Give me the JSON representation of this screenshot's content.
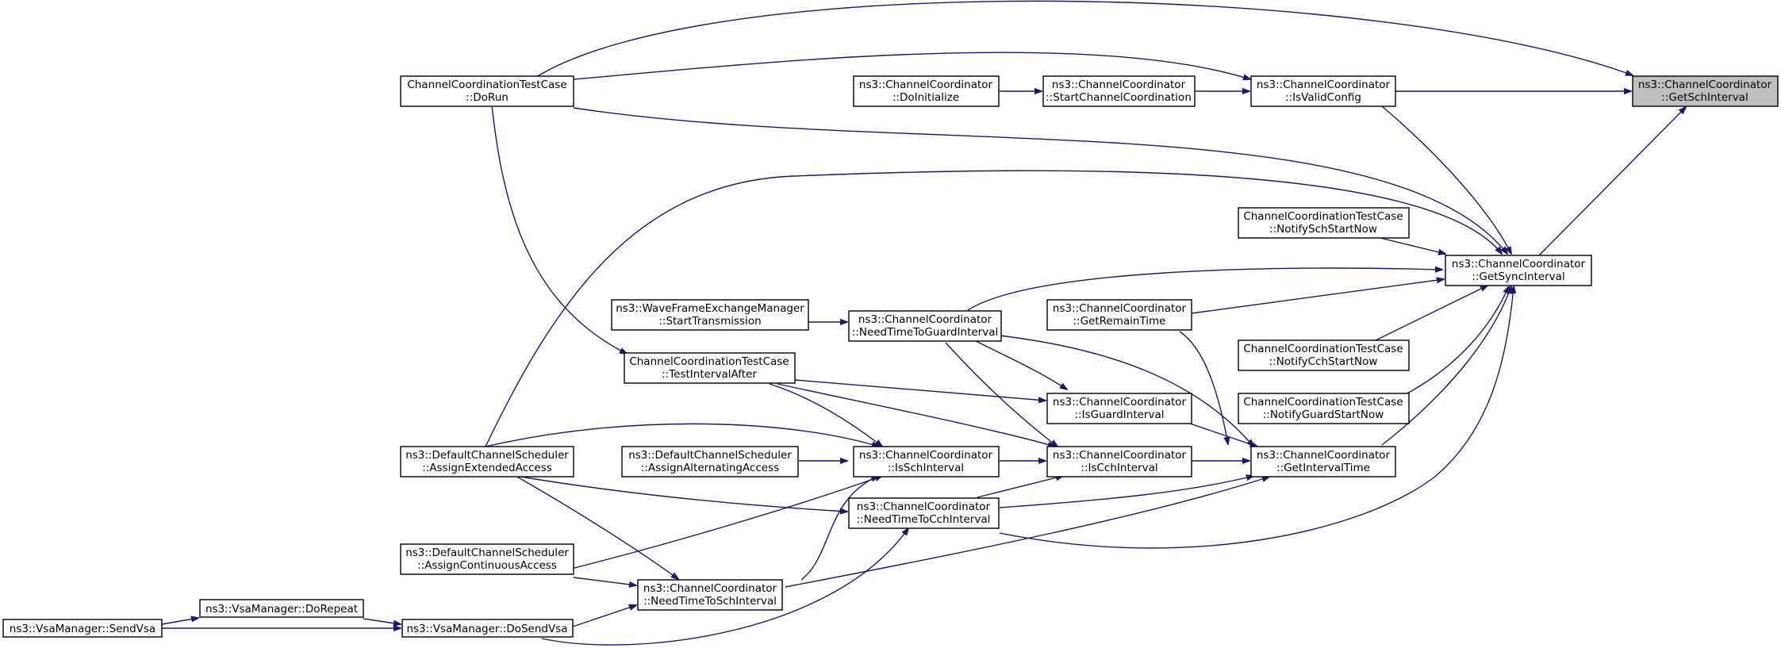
{
  "graph": {
    "nodes": [
      {
        "id": "getsch",
        "line1": "ns3::ChannelCoordinator",
        "line2": "::GetSchInterval",
        "highlight": true
      },
      {
        "id": "dorun",
        "line1": "ChannelCoordinationTestCase",
        "line2": "::DoRun"
      },
      {
        "id": "doinit",
        "line1": "ns3::ChannelCoordinator",
        "line2": "::DoInitialize"
      },
      {
        "id": "startcc",
        "line1": "ns3::ChannelCoordinator",
        "line2": "::StartChannelCoordination"
      },
      {
        "id": "isvalid",
        "line1": "ns3::ChannelCoordinator",
        "line2": "::IsValidConfig"
      },
      {
        "id": "notifysch",
        "line1": "ChannelCoordinationTestCase",
        "line2": "::NotifySchStartNow"
      },
      {
        "id": "getsync",
        "line1": "ns3::ChannelCoordinator",
        "line2": "::GetSyncInterval"
      },
      {
        "id": "wfestart",
        "line1": "ns3::WaveFrameExchangeManager",
        "line2": "::StartTransmission"
      },
      {
        "id": "needguard",
        "line1": "ns3::ChannelCoordinator",
        "line2": "::NeedTimeToGuardInterval"
      },
      {
        "id": "remain",
        "line1": "ns3::ChannelCoordinator",
        "line2": "::GetRemainTime"
      },
      {
        "id": "notifycch",
        "line1": "ChannelCoordinationTestCase",
        "line2": "::NotifyCchStartNow"
      },
      {
        "id": "testafter",
        "line1": "ChannelCoordinationTestCase",
        "line2": "::TestIntervalAfter"
      },
      {
        "id": "isguard",
        "line1": "ns3::ChannelCoordinator",
        "line2": "::IsGuardInterval"
      },
      {
        "id": "notifyguard",
        "line1": "ChannelCoordinationTestCase",
        "line2": "::NotifyGuardStartNow"
      },
      {
        "id": "assignext",
        "line1": "ns3::DefaultChannelScheduler",
        "line2": "::AssignExtendedAccess"
      },
      {
        "id": "assignalt",
        "line1": "ns3::DefaultChannelScheduler",
        "line2": "::AssignAlternatingAccess"
      },
      {
        "id": "issch",
        "line1": "ns3::ChannelCoordinator",
        "line2": "::IsSchInterval"
      },
      {
        "id": "iscch",
        "line1": "ns3::ChannelCoordinator",
        "line2": "::IsCchInterval"
      },
      {
        "id": "getinterval",
        "line1": "ns3::ChannelCoordinator",
        "line2": "::GetIntervalTime"
      },
      {
        "id": "needcch",
        "line1": "ns3::ChannelCoordinator",
        "line2": "::NeedTimeToCchInterval"
      },
      {
        "id": "assigncont",
        "line1": "ns3::DefaultChannelScheduler",
        "line2": "::AssignContinuousAccess"
      },
      {
        "id": "needsch",
        "line1": "ns3::ChannelCoordinator",
        "line2": "::NeedTimeToSchInterval"
      },
      {
        "id": "dorepeat",
        "line1": "ns3::VsaManager::DoRepeat",
        "line2": ""
      },
      {
        "id": "sendvsa",
        "line1": "ns3::VsaManager::SendVsa",
        "line2": ""
      },
      {
        "id": "dosendvsa",
        "line1": "ns3::VsaManager::DoSendVsa",
        "line2": ""
      }
    ]
  }
}
